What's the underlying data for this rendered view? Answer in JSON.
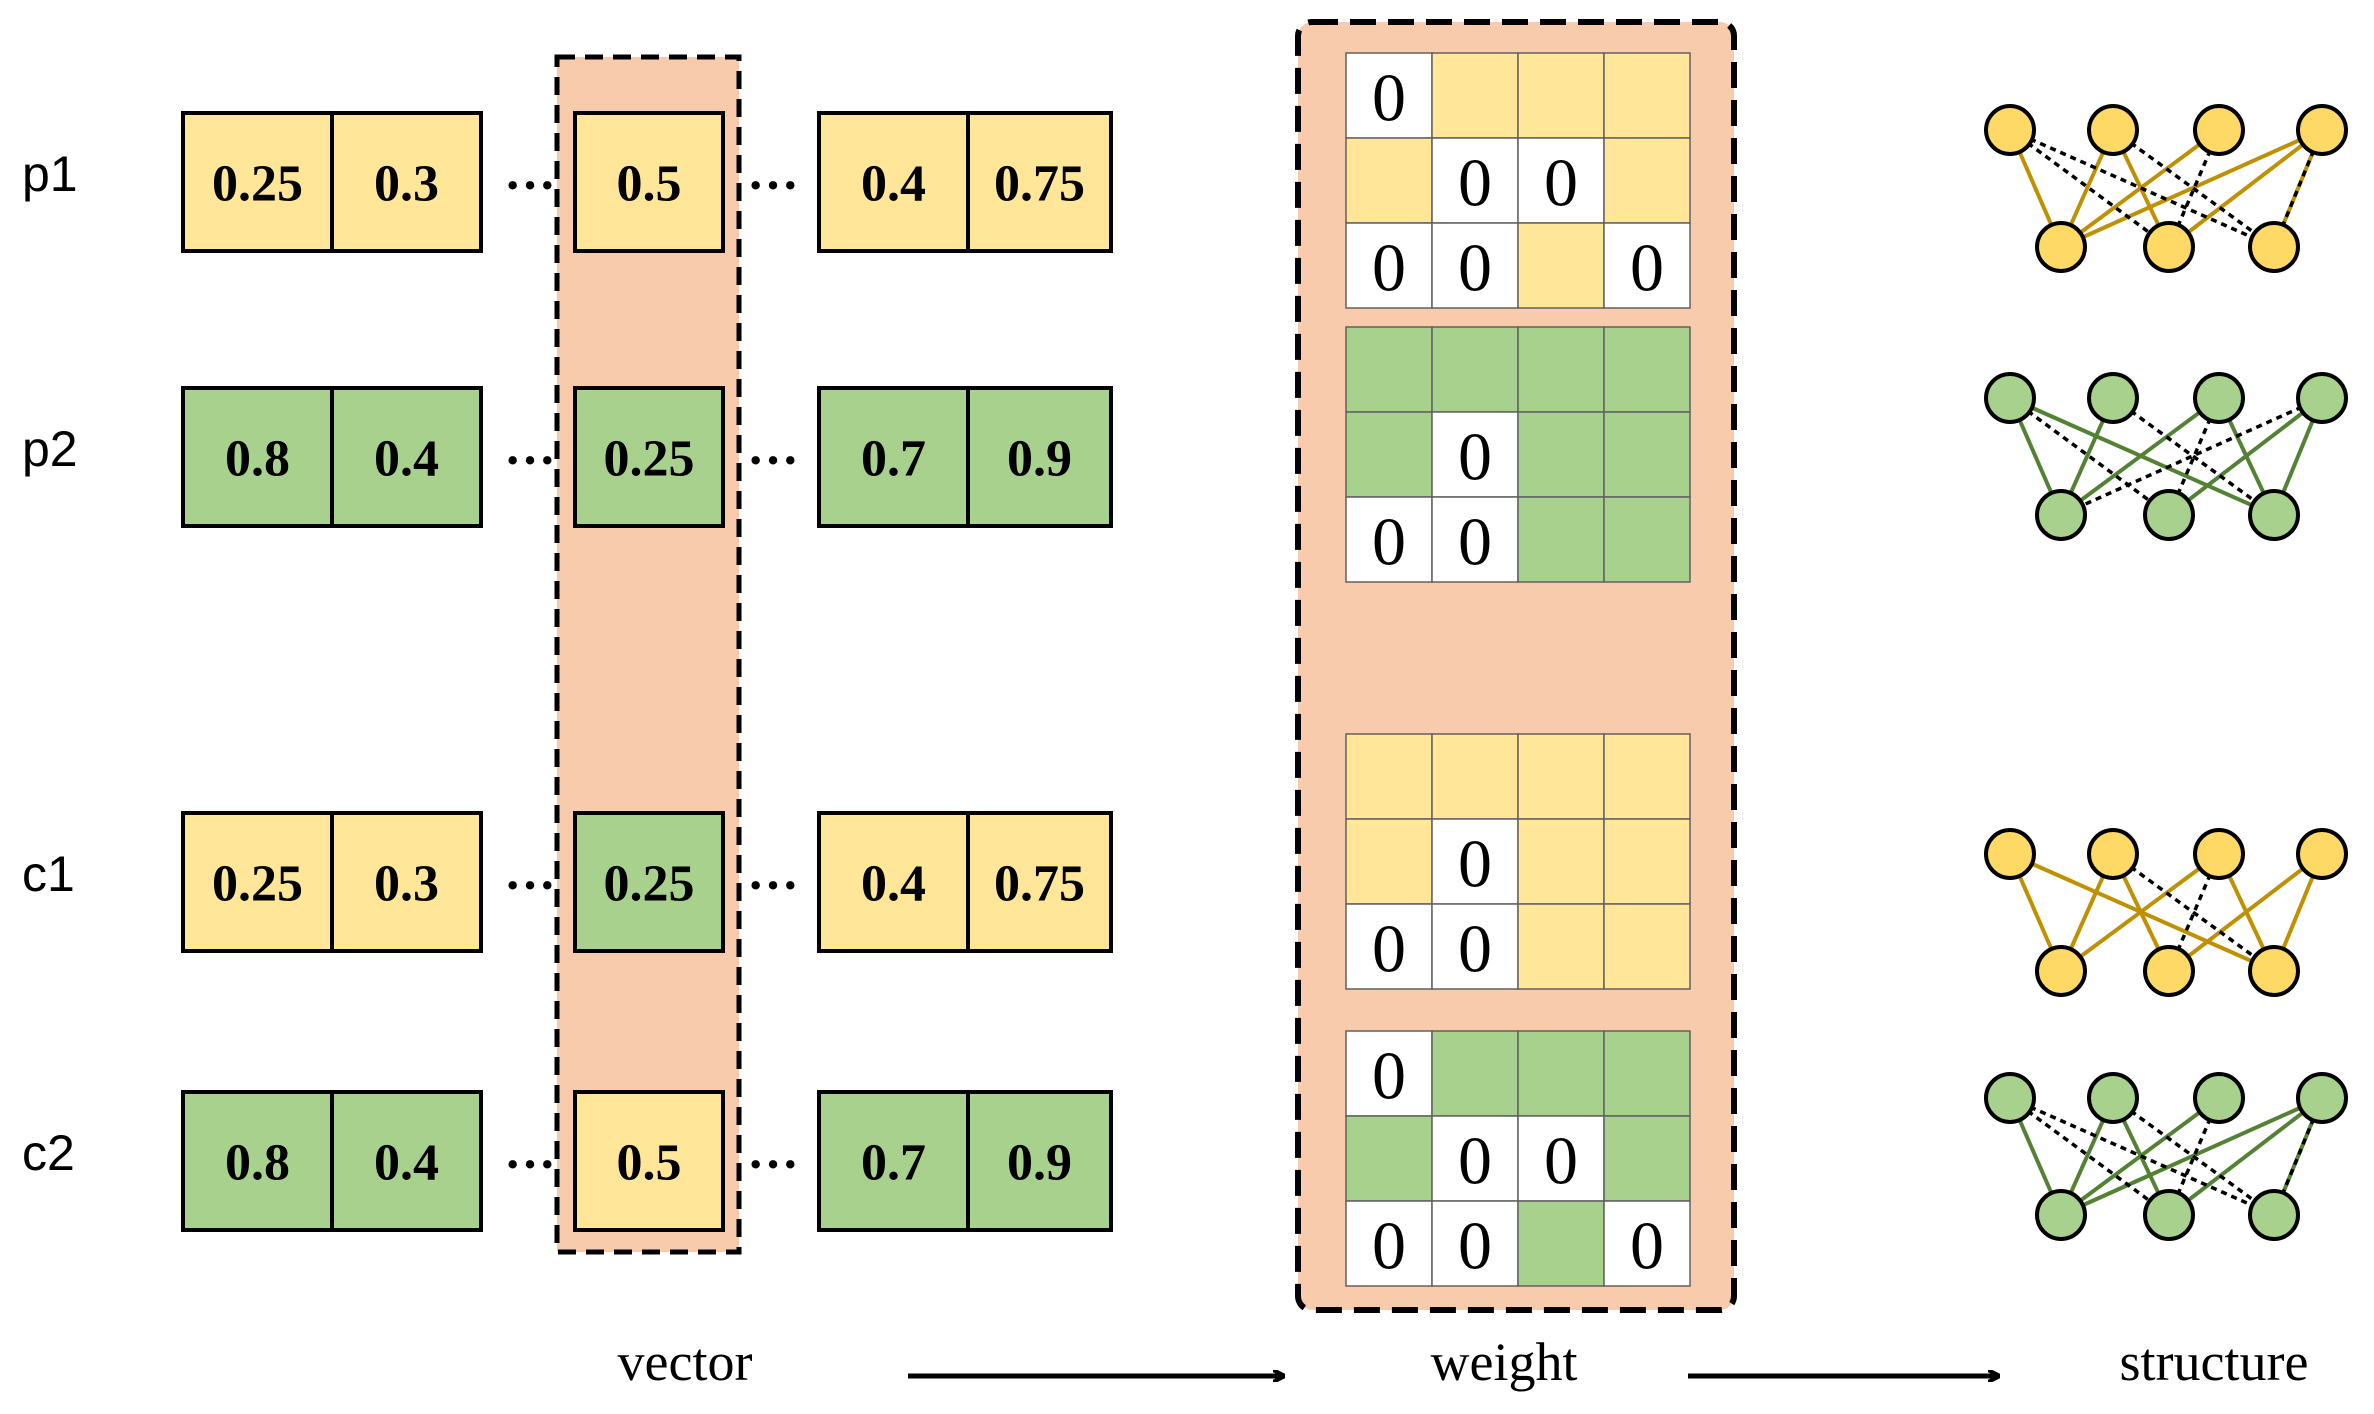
{
  "colors": {
    "yellow": "#FFE699",
    "green": "#A9D18E",
    "panel": "#F8CBAD",
    "white": "#FFFFFF",
    "yellow_node": "#FFD966",
    "yellow_edge": "#BF9000",
    "green_edge": "#548235",
    "stroke": "#000000"
  },
  "ellipsis": "···",
  "rows": [
    {
      "label": "p1",
      "cells": [
        {
          "value": "0.25",
          "color": "yellow"
        },
        {
          "value": "0.3",
          "color": "yellow"
        },
        {
          "value": "0.5",
          "color": "yellow"
        },
        {
          "value": "0.4",
          "color": "yellow"
        },
        {
          "value": "0.75",
          "color": "yellow"
        }
      ]
    },
    {
      "label": "p2",
      "cells": [
        {
          "value": "0.8",
          "color": "green"
        },
        {
          "value": "0.4",
          "color": "green"
        },
        {
          "value": "0.25",
          "color": "green"
        },
        {
          "value": "0.7",
          "color": "green"
        },
        {
          "value": "0.9",
          "color": "green"
        }
      ]
    },
    {
      "label": "c1",
      "cells": [
        {
          "value": "0.25",
          "color": "yellow"
        },
        {
          "value": "0.3",
          "color": "yellow"
        },
        {
          "value": "0.25",
          "color": "green"
        },
        {
          "value": "0.4",
          "color": "yellow"
        },
        {
          "value": "0.75",
          "color": "yellow"
        }
      ]
    },
    {
      "label": "c2",
      "cells": [
        {
          "value": "0.8",
          "color": "green"
        },
        {
          "value": "0.4",
          "color": "green"
        },
        {
          "value": "0.5",
          "color": "yellow"
        },
        {
          "value": "0.7",
          "color": "green"
        },
        {
          "value": "0.9",
          "color": "green"
        }
      ]
    }
  ],
  "matrices": [
    {
      "color": "yellow",
      "cells": [
        [
          "0",
          "",
          "",
          ""
        ],
        [
          "",
          "0",
          "0",
          ""
        ],
        [
          "0",
          "0",
          "",
          "0"
        ]
      ]
    },
    {
      "color": "green",
      "cells": [
        [
          "",
          "",
          "",
          ""
        ],
        [
          "",
          "0",
          "",
          ""
        ],
        [
          "0",
          "0",
          "",
          ""
        ]
      ]
    },
    {
      "color": "yellow",
      "cells": [
        [
          "",
          "",
          "",
          ""
        ],
        [
          "",
          "0",
          "",
          ""
        ],
        [
          "0",
          "0",
          "",
          ""
        ]
      ]
    },
    {
      "color": "green",
      "cells": [
        [
          "0",
          "",
          "",
          ""
        ],
        [
          "",
          "0",
          "0",
          ""
        ],
        [
          "0",
          "0",
          "",
          "0"
        ]
      ]
    }
  ],
  "networks": [
    {
      "color": "yellow",
      "dashed": [
        [
          0,
          1
        ],
        [
          0,
          2
        ],
        [
          1,
          2
        ],
        [
          2,
          1
        ],
        [
          3,
          2
        ]
      ],
      "solid": [
        [
          0,
          0
        ],
        [
          1,
          0
        ],
        [
          1,
          1
        ],
        [
          2,
          0
        ],
        [
          3,
          0
        ],
        [
          3,
          1
        ],
        [
          3,
          2
        ]
      ]
    },
    {
      "color": "green",
      "dashed": [
        [
          0,
          1
        ],
        [
          1,
          2
        ],
        [
          2,
          1
        ],
        [
          3,
          0
        ]
      ],
      "solid": [
        [
          0,
          0
        ],
        [
          0,
          2
        ],
        [
          1,
          0
        ],
        [
          2,
          0
        ],
        [
          2,
          2
        ],
        [
          3,
          1
        ],
        [
          3,
          2
        ]
      ]
    },
    {
      "color": "yellow",
      "dashed": [
        [
          1,
          2
        ],
        [
          2,
          1
        ]
      ],
      "solid": [
        [
          0,
          0
        ],
        [
          0,
          2
        ],
        [
          1,
          0
        ],
        [
          1,
          1
        ],
        [
          2,
          0
        ],
        [
          2,
          2
        ],
        [
          3,
          1
        ],
        [
          3,
          2
        ]
      ]
    },
    {
      "color": "green",
      "dashed": [
        [
          0,
          1
        ],
        [
          0,
          2
        ],
        [
          1,
          2
        ],
        [
          2,
          1
        ],
        [
          3,
          2
        ]
      ],
      "solid": [
        [
          0,
          0
        ],
        [
          1,
          0
        ],
        [
          1,
          1
        ],
        [
          2,
          0
        ],
        [
          3,
          0
        ],
        [
          3,
          1
        ],
        [
          3,
          2
        ]
      ]
    }
  ],
  "captions": {
    "vector": "vector",
    "weight": "weight",
    "structure": "structure"
  }
}
